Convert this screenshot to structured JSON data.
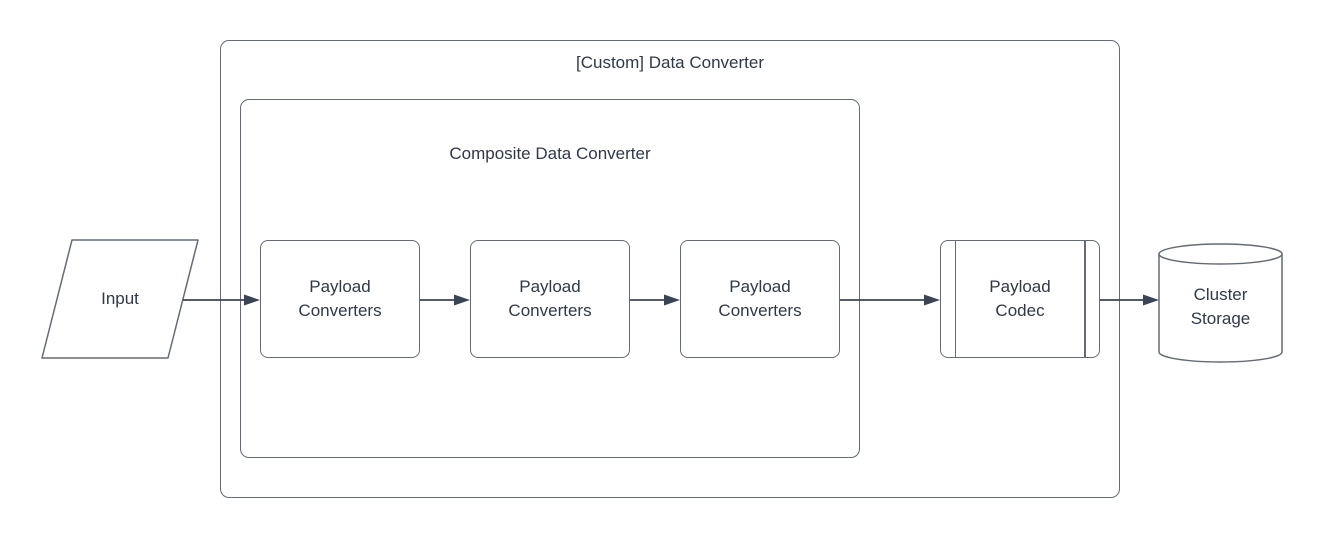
{
  "colors": {
    "background": "#ffffff",
    "box_border": "#646b76",
    "arrow": "#3b4454",
    "text": "#2f3947"
  },
  "diagram": {
    "outer_group": {
      "label": "[Custom] Data Converter",
      "shape": "rounded-rectangle-container"
    },
    "inner_group": {
      "label": "Composite Data Converter",
      "shape": "rounded-rectangle-container"
    },
    "nodes": {
      "input": {
        "label": "Input",
        "shape": "parallelogram"
      },
      "converter1": {
        "label": "Payload\nConverters",
        "shape": "rounded-rectangle"
      },
      "converter2": {
        "label": "Payload\nConverters",
        "shape": "rounded-rectangle"
      },
      "converter3": {
        "label": "Payload\nConverters",
        "shape": "rounded-rectangle"
      },
      "codec": {
        "label": "Payload\nCodec",
        "shape": "predefined-process"
      },
      "storage": {
        "label": "Cluster\nStorage",
        "shape": "cylinder"
      }
    },
    "connections": [
      {
        "from": "input",
        "to": "converter1"
      },
      {
        "from": "converter1",
        "to": "converter2"
      },
      {
        "from": "converter2",
        "to": "converter3"
      },
      {
        "from": "converter3",
        "to": "codec"
      },
      {
        "from": "codec",
        "to": "storage"
      }
    ]
  }
}
